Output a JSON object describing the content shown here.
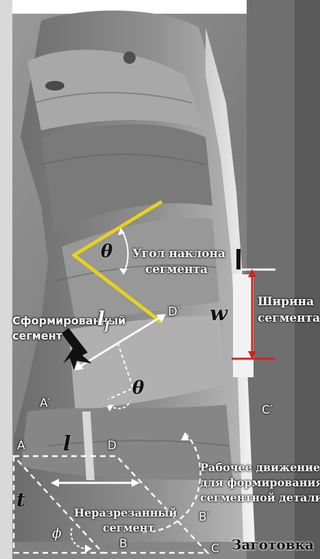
{
  "figure": {
    "theta_upper": "θ",
    "angle_label_1": "Угол наклона",
    "angle_label_2": "сегмента",
    "w_symbol": "w",
    "width_label_1": "Ширина",
    "width_label_2": "сегмента",
    "formed_label_1": "Сформированный",
    "formed_label_2": "сегмент",
    "lf_symbol": "l",
    "lf_sub": "f",
    "d_prime": "D′",
    "theta_lower": "θ",
    "a_prime": "A′",
    "c_prime": "C′",
    "a_label": "A",
    "d_label": "D",
    "l_symbol": "l",
    "t_symbol": "t",
    "phi_symbol": "ϕ",
    "b_label": "B",
    "b_prime": "B′",
    "c_label": "C",
    "motion_label_1": "Рабочее движение",
    "motion_label_2": "для формирования",
    "motion_label_3": "сегментной детали",
    "uncut_label_1": "Неразрезанный",
    "uncut_label_2": "сегмент",
    "workpiece_label": "Заготовка"
  },
  "colors": {
    "yellow_line": "#e8d21a",
    "red_line": "#d42020",
    "white": "#ffffff"
  }
}
